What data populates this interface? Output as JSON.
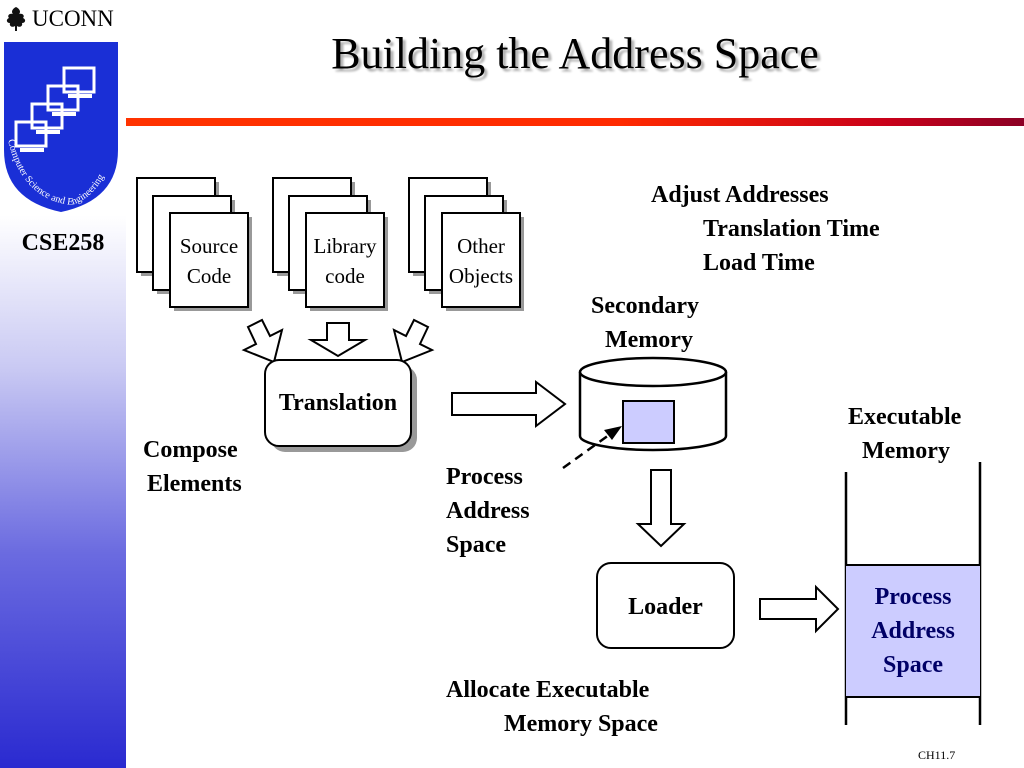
{
  "header": {
    "institution": "UCONN",
    "course": "CSE258",
    "logo_text": "Computer Science and Engineering"
  },
  "slide": {
    "title": "Building the Address Space",
    "footer": "CH11.7"
  },
  "diagram": {
    "stacks": [
      {
        "line1": "Source",
        "line2": "Code"
      },
      {
        "line1": "Library",
        "line2": "code"
      },
      {
        "line1": "Other",
        "line2": "Objects"
      }
    ],
    "translation": "Translation",
    "compose": {
      "line1": "Compose",
      "line2": "Elements"
    },
    "adjust": {
      "line1": "Adjust Addresses",
      "line2": "Translation Time",
      "line3": "Load Time"
    },
    "secondary_memory": {
      "line1": "Secondary",
      "line2": "Memory"
    },
    "process_address_space": {
      "line1": "Process",
      "line2": "Address",
      "line3": "Space"
    },
    "loader": "Loader",
    "allocate": {
      "line1": "Allocate Executable",
      "line2": "Memory Space"
    },
    "executable_memory": {
      "line1": "Executable",
      "line2": "Memory"
    },
    "exec_process_space": {
      "line1": "Process",
      "line2": "Address",
      "line3": "Space"
    },
    "colors": {
      "process_fill": "#ccccff",
      "process_text": "#000066",
      "rule": "#ff3300"
    }
  }
}
